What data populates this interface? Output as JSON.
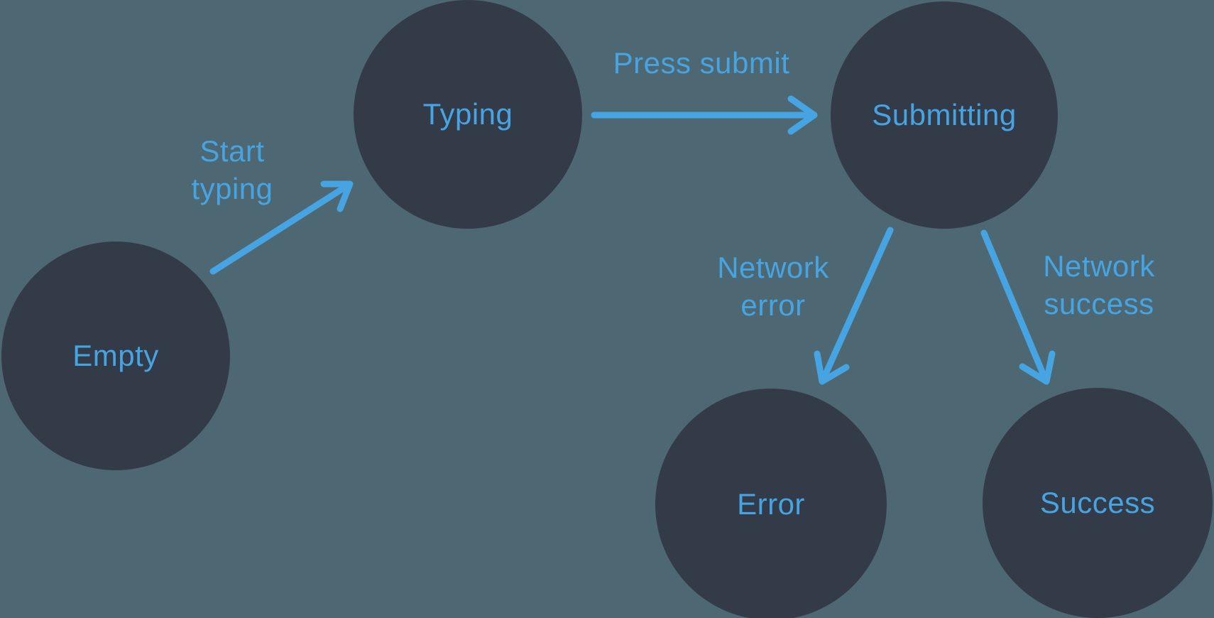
{
  "diagram": {
    "type": "state-machine",
    "colors": {
      "background": "#4D6872",
      "node_fill": "#333B48",
      "accent": "#47A4E2"
    },
    "nodes": [
      {
        "id": "empty",
        "label": "Empty"
      },
      {
        "id": "typing",
        "label": "Typing"
      },
      {
        "id": "submitting",
        "label": "Submitting"
      },
      {
        "id": "error",
        "label": "Error"
      },
      {
        "id": "success",
        "label": "Success"
      }
    ],
    "edges": [
      {
        "from": "empty",
        "to": "typing",
        "label": "Start typing"
      },
      {
        "from": "typing",
        "to": "submitting",
        "label": "Press submit"
      },
      {
        "from": "submitting",
        "to": "error",
        "label": "Network error"
      },
      {
        "from": "submitting",
        "to": "success",
        "label": "Network success"
      }
    ]
  }
}
